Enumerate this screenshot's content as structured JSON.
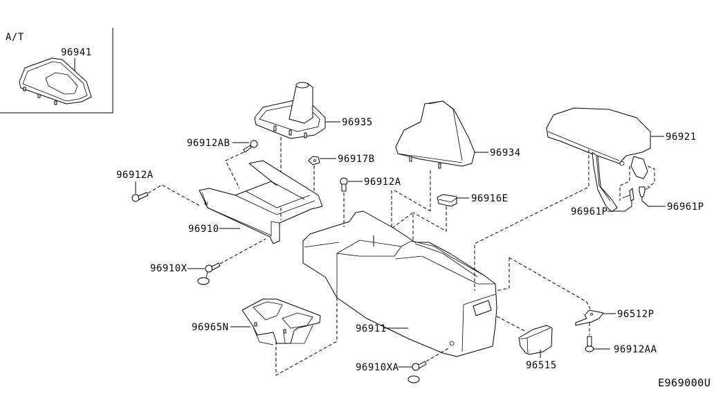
{
  "diagram": {
    "code": "E969000U",
    "inset": {
      "title": "A/T",
      "part": "96941"
    },
    "callouts": {
      "p96935": "96935",
      "p96912AB": "96912AB",
      "p96917B": "96917B",
      "p96912A_left": "96912A",
      "p96912A_center": "96912A",
      "p96910": "96910",
      "p96910X": "96910X",
      "p96965N": "96965N",
      "p96911": "96911",
      "p96910XA": "96910XA",
      "p96934": "96934",
      "p96916E": "96916E",
      "p96921": "96921",
      "p96961P_left": "96961P",
      "p96961P_right": "96961P",
      "p96512P": "96512P",
      "p96912AA": "96912AA",
      "p96515": "96515"
    }
  }
}
